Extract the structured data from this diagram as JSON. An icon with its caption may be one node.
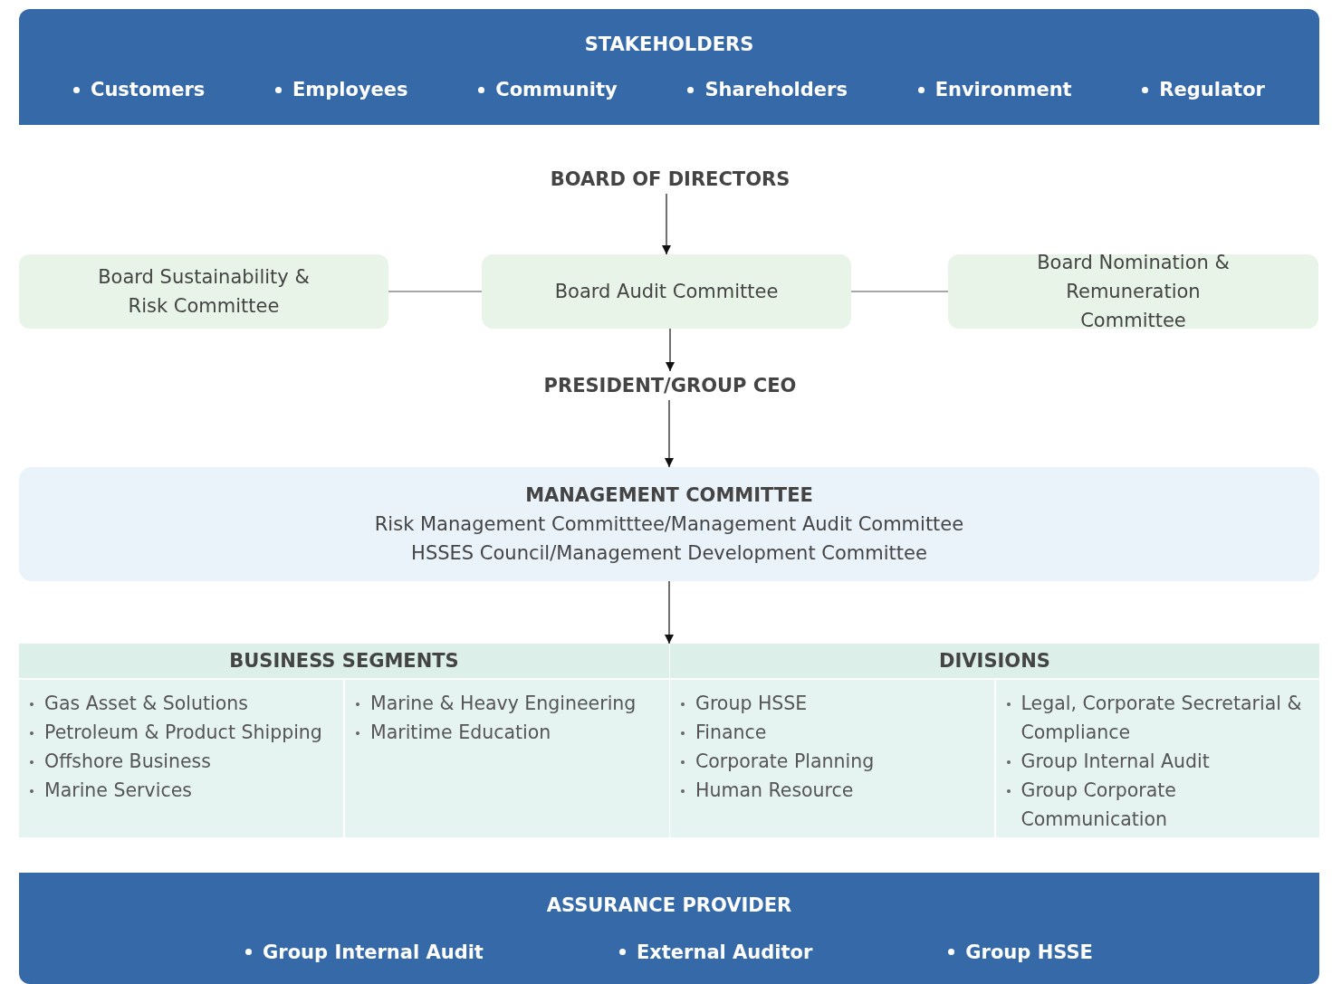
{
  "diagram": {
    "nodes": [
      {
        "text": [
          "STAKEHOLDERS",
          "Customers",
          "Employees",
          "Community",
          "Shareholders",
          "Environment",
          "Regulator"
        ]
      },
      {
        "text": [
          "BOARD OF DIRECTORS"
        ]
      },
      {
        "text": [
          "Board Sustainability & Risk Committee"
        ]
      },
      {
        "text": [
          "Board Audit Committee"
        ]
      },
      {
        "text": [
          "Board Nomination & Remuneration Committee"
        ]
      },
      {
        "text": [
          "PRESIDENT/GROUP CEO"
        ]
      },
      {
        "text": [
          "MANAGEMENT COMMITTEE",
          "Risk Management Committtee/Management Audit Committee",
          "HSSES Council/Management Development Committee"
        ]
      },
      {
        "text": [],
        "shape": "box"
      },
      {
        "text": [
          "BUSINESS SEGMENTS",
          "Gas Asset & Solutions",
          "Petroleum & Product Shipping",
          "Offshore Business",
          "Marine Services",
          "Marine & Heavy Engineering",
          "Maritime Education"
        ],
        "in": 7
      },
      {
        "text": [
          "DIVISIONS",
          "Group HSSE",
          "Finance",
          "Corporate Planning",
          "Human Resource",
          "Legal, Corporate Secretarial & Compliance",
          "Group Internal Audit",
          "Group Corporate Communication"
        ],
        "in": 7
      },
      {
        "text": [
          "ASSURANCE PROVIDER",
          "Group Internal Audit",
          "External Auditor",
          "Group HSSE"
        ]
      }
    ],
    "edges": [
      {
        "from": 1,
        "to": 3,
        "arrow": "to"
      },
      {
        "from": 2,
        "to": 3,
        "arrow": "none",
        "color": "#8a8a8a"
      },
      {
        "from": 3,
        "to": 4,
        "arrow": "none",
        "color": "#8a8a8a"
      },
      {
        "from": 3,
        "to": 5,
        "arrow": "to"
      },
      {
        "from": 5,
        "to": 6,
        "arrow": "to"
      },
      {
        "from": 6,
        "to": 7,
        "arrow": "to"
      }
    ]
  }
}
